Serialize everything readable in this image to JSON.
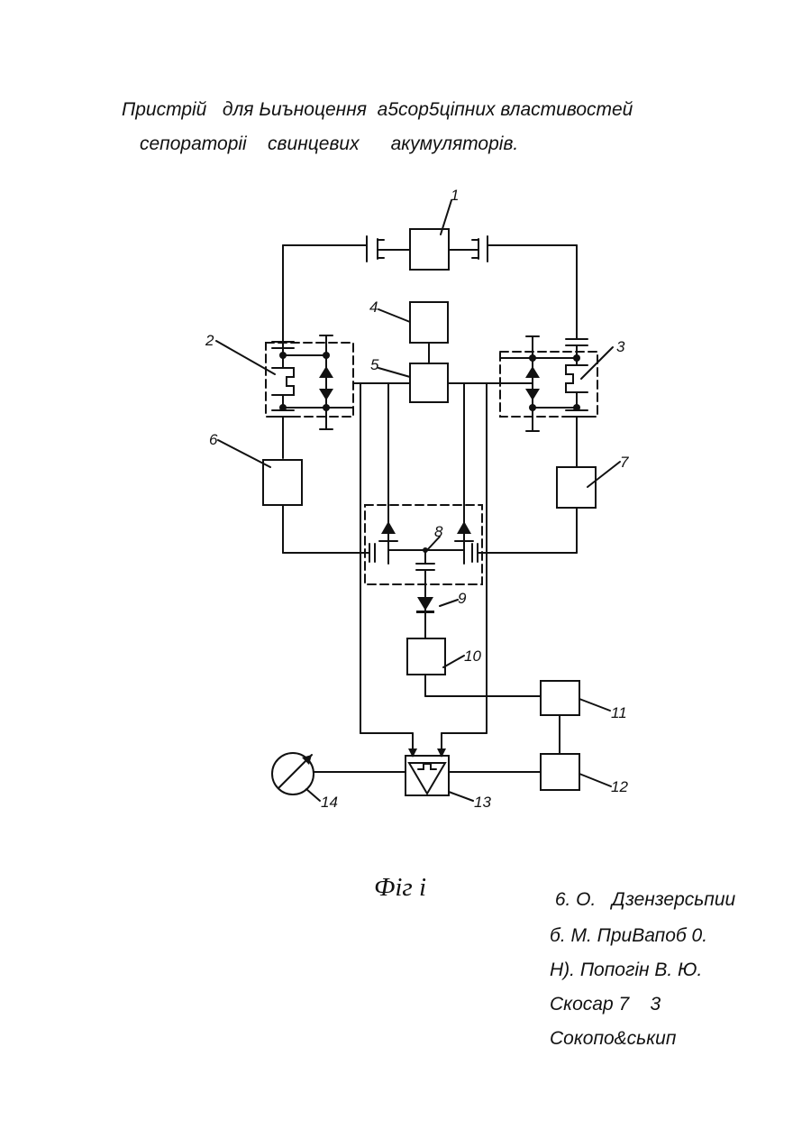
{
  "title": {
    "line1": "Пристрій   для Ьиъноцення  а5сор5ціпних властивостей",
    "line2": "сепораторіі    свинцевих      акумуляторів."
  },
  "labels": {
    "n1": "1",
    "n2": "2",
    "n3": "3",
    "n4": "4",
    "n5": "5",
    "n6": "6",
    "n7": "7",
    "n8": "8",
    "n9": "9",
    "n10": "10",
    "n11": "11",
    "n12": "12",
    "n13": "13",
    "n14": "14"
  },
  "figure_caption": "Фіг і",
  "authors": [
    " 6. О.   Дзензерсьпии",
    "б. М. ПриВапоб 0.",
    "Н). Попогін В. Ю.",
    "Скосар 7    3",
    "Сокопо&ськип"
  ]
}
